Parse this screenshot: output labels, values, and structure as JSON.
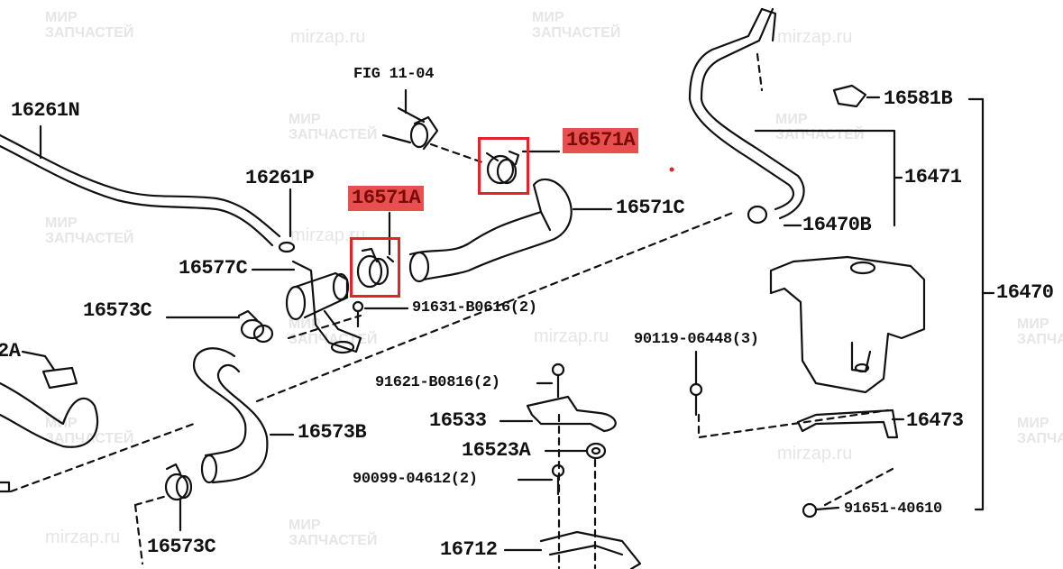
{
  "watermark": {
    "brand_line1": "МИР",
    "brand_line2": "ЗАПЧАСТЕЙ",
    "site": "mirzap.ru"
  },
  "figure_ref": "FIG 11-04",
  "highlight_color": "#e0252a",
  "parts": {
    "p16261N": "16261N",
    "p16261P": "16261P",
    "p16571A_left": "16571A",
    "p16571A_top": "16571A",
    "p16571C": "16571C",
    "p16577C": "16577C",
    "p16573C_top": "16573C",
    "p91631": "91631-B0616(2)",
    "p_partial_2A": "2A",
    "p16573B": "16573B",
    "p16573C_bottom": "16573C",
    "p91621": "91621-B0816(2)",
    "p16533": "16533",
    "p16523A": "16523A",
    "p90099": "90099-04612(2)",
    "p16712": "16712",
    "p90119": "90119-06448(3)",
    "p16581B": "16581B",
    "p16471": "16471",
    "p16470B": "16470B",
    "p16470": "16470",
    "p16473": "16473",
    "p91651": "91651-40610"
  }
}
